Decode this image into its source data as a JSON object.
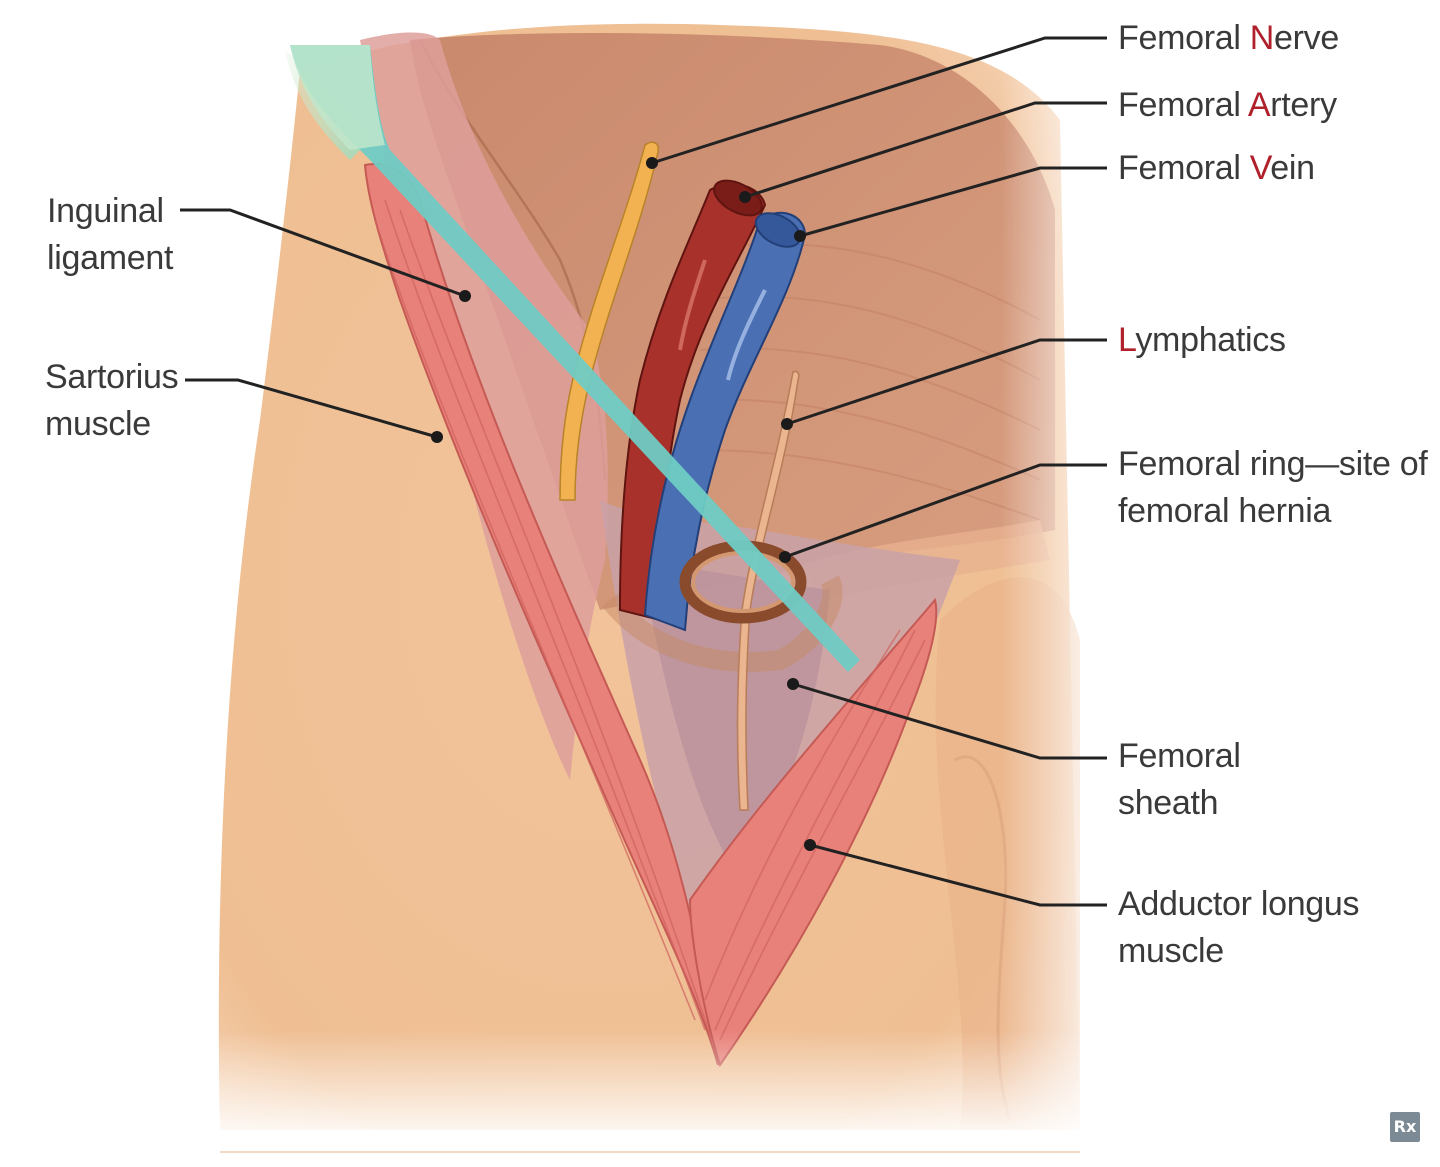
{
  "labels": {
    "inguinal_ligament": [
      "Inguinal",
      "ligament"
    ],
    "sartorius_muscle": [
      "Sartorius",
      "muscle"
    ],
    "femoral_nerve": {
      "pre": "Femoral ",
      "accent": "N",
      "post": "erve"
    },
    "femoral_artery": {
      "pre": "Femoral ",
      "accent": "A",
      "post": "rtery"
    },
    "femoral_vein": {
      "pre": "Femoral ",
      "accent": "V",
      "post": "ein"
    },
    "lymphatics": {
      "pre": "",
      "accent": "L",
      "post": "ymphatics"
    },
    "femoral_ring": [
      "Femoral ring—site of",
      "femoral hernia"
    ],
    "femoral_sheath": [
      "Femoral",
      "sheath"
    ],
    "adductor_longus": [
      "Adductor longus",
      "muscle"
    ]
  },
  "colors": {
    "accent_letter": "#b0202a",
    "skin": "#f2c096",
    "artery": "#a6302a",
    "vein": "#4a6fb3",
    "nerve": "#f2b24f",
    "ligament": "#6fcbc4",
    "muscle": "#e8817a"
  },
  "logo": {
    "icon": "rx-logo-icon",
    "text": "Rx"
  }
}
